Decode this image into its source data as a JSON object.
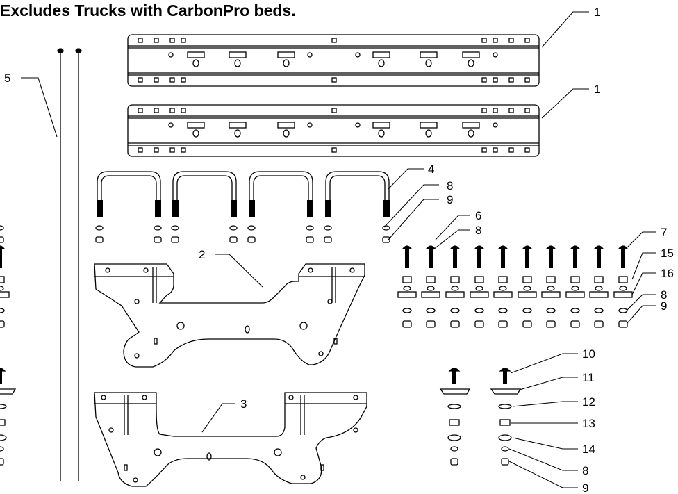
{
  "title": "Excludes Trucks with CarbonPro beds.",
  "callouts": {
    "c1a": "1",
    "c1b": "1",
    "c2": "2",
    "c3": "3",
    "c4": "4",
    "c5": "5",
    "c6": "6",
    "c7": "7",
    "c8a": "8",
    "c8b": "8",
    "c8c": "8",
    "c8d": "8",
    "c9a": "9",
    "c9b": "9",
    "c9c": "9",
    "c10": "10",
    "c11": "11",
    "c12": "12",
    "c13": "13",
    "c14": "14",
    "c15": "15",
    "c16": "16"
  }
}
